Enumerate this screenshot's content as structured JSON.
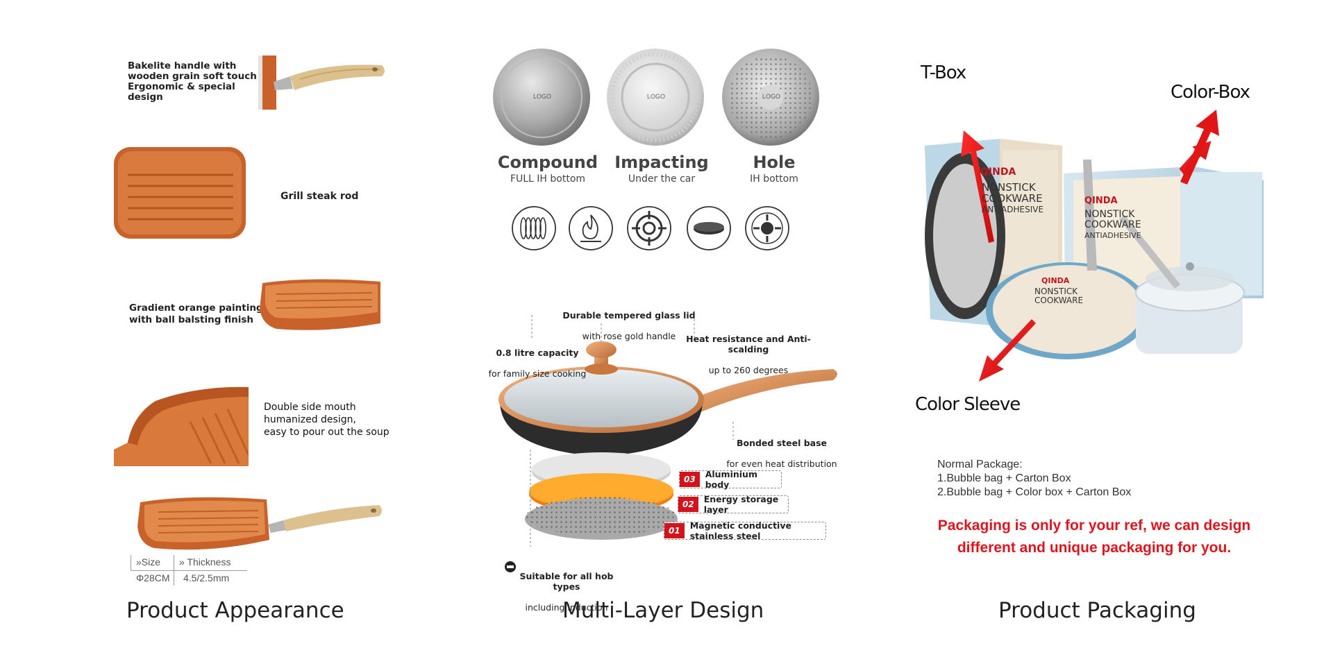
{
  "appearance": {
    "caption": "Product Appearance",
    "notes": {
      "handle": "Bakelite handle with\nwooden grain soft touch\nErgonomic & special design",
      "grill": "Grill steak rod",
      "painting": "Gradient orange painting\nwith ball balsting finish",
      "mouth": "Double side mouth\nhumanized design,\neasy to pour out the soup"
    },
    "spec": {
      "size_label": "»Size",
      "thickness_label": "» Thickness",
      "size_value": "Φ28CM",
      "thickness_value": "4.5/2.5mm"
    }
  },
  "multilayer": {
    "caption": "Multi-Layer Design",
    "bottoms": [
      {
        "title": "Compound",
        "sub": "FULL IH bottom",
        "logo": "LOGO"
      },
      {
        "title": "Impacting",
        "sub": "Under the car",
        "logo": "LOGO"
      },
      {
        "title": "Hole",
        "sub": "IH bottom",
        "logo": "LOGO"
      }
    ],
    "hob_icons": [
      "induction-coil-icon",
      "gas-flame-icon",
      "gas-burner-icon",
      "ceramic-plate-icon",
      "electric-hob-icon"
    ],
    "notes": {
      "glass_lid_bold": "Durable tempered glass lid",
      "glass_lid": "with rose gold handle",
      "capacity_bold": "0.8 litre capacity",
      "capacity": "for family size cooking",
      "heat_bold": "Heat resistance and Anti-scalding",
      "heat": "up to 260 degrees",
      "base_bold": "Bonded steel base",
      "base": "for even heat distribution",
      "hob_bold": "Suitable for all hob types",
      "hob": "including induction"
    },
    "layers": [
      {
        "num": "03",
        "label": "Aluminium body"
      },
      {
        "num": "02",
        "label": "Energy storage layer"
      },
      {
        "num": "01",
        "label": "Magnetic conductive stainless steel"
      }
    ]
  },
  "packaging": {
    "caption": "Product Packaging",
    "labels": {
      "tbox": "T-Box",
      "colorbox": "Color-Box",
      "sleeve": "Color Sleeve"
    },
    "box_text": {
      "brand": "QINDA",
      "line1": "NONSTICK",
      "line2": "COOKWARE",
      "line3": "ANTIADHESIVE",
      "pan_line1": "NONSTICK",
      "pan_line2": "COOKWARE"
    },
    "normal_title": "Normal Package:",
    "normal_1": "1.Bubble bag + Carton Box",
    "normal_2": "2.Bubble bag + Color box + Carton Box",
    "red_line1": "Packaging is only for your ref, we can design",
    "red_line2": "different and unique packaging for you.",
    "accent_red": "#e0141c"
  }
}
